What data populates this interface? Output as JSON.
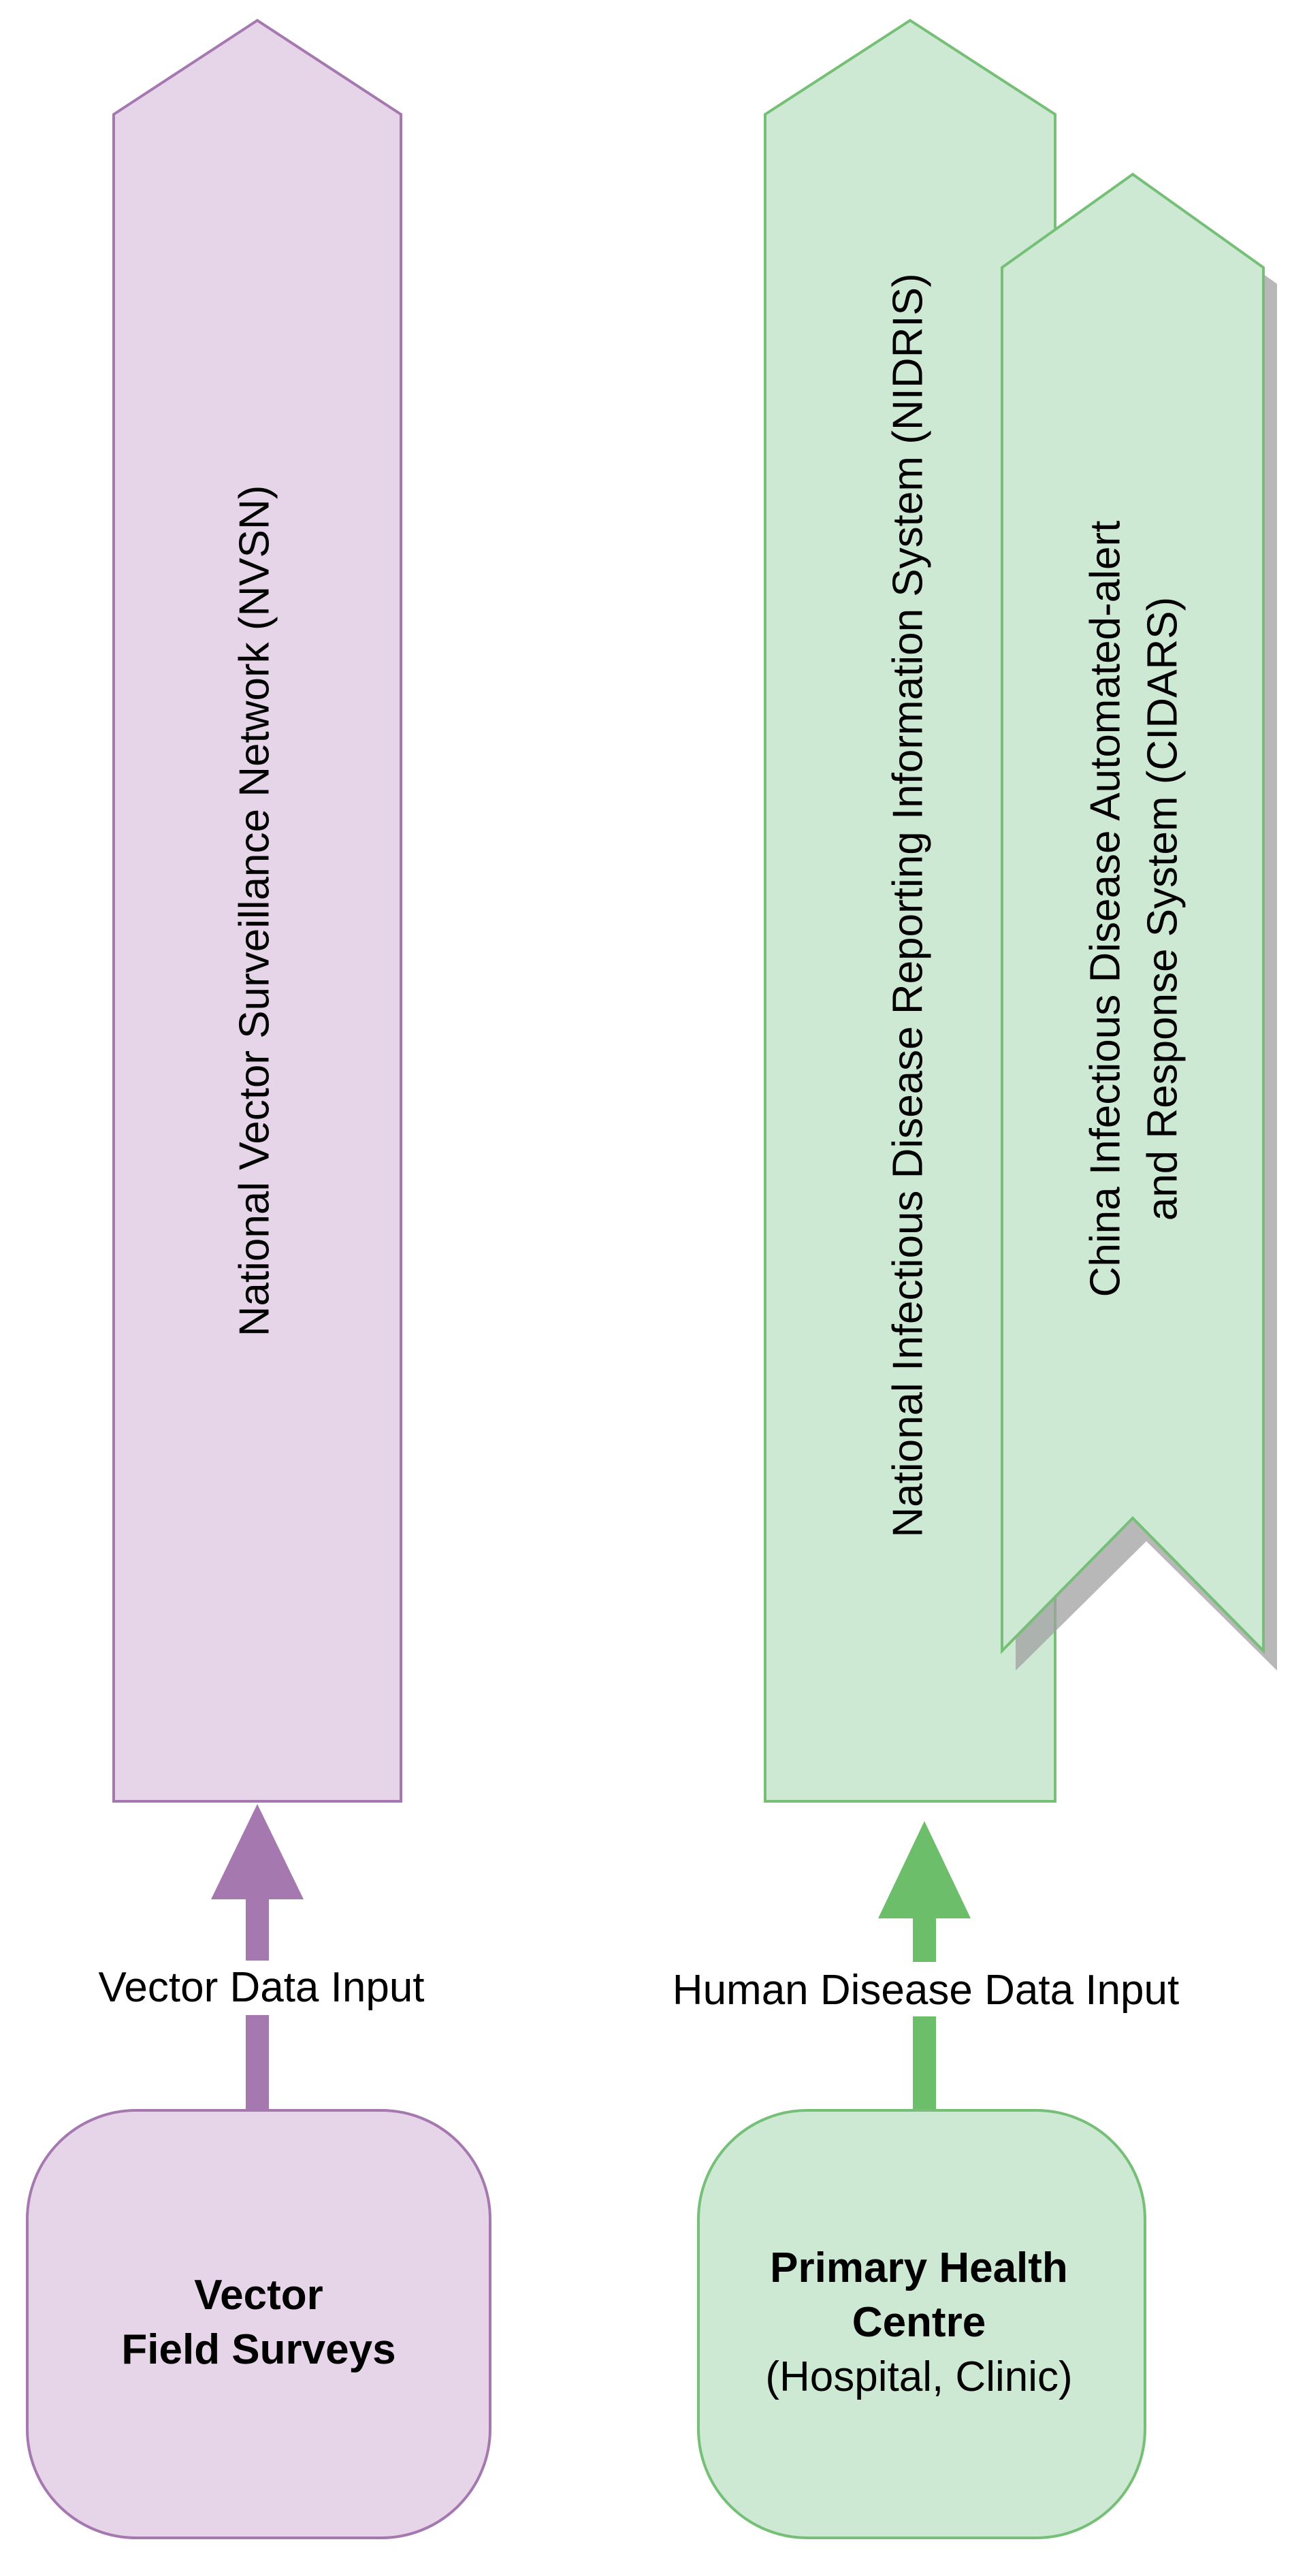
{
  "colors": {
    "purple_fill": "#e6d5e8",
    "purple_stroke": "#a678b0",
    "purple_arrow": "#a678b0",
    "green_fill": "#cde8d3",
    "green_stroke": "#75bf76",
    "green_arrow": "#6dbe6b",
    "shadow": "#a0a0a0"
  },
  "nvsn": {
    "label": "National Vector Surveillance Network (NVSN)"
  },
  "nidris": {
    "label": "National Infectious Disease Reporting Information System (NIDRIS)"
  },
  "cidars": {
    "label_line1": "China Infectious Disease Automated-alert",
    "label_line2": "and Response System (CIDARS)"
  },
  "vector_input": {
    "label": "Vector Data Input"
  },
  "human_input": {
    "label": "Human Disease Data Input"
  },
  "vector_source": {
    "line1": "Vector",
    "line2": "Field Surveys"
  },
  "health_source": {
    "line1": "Primary Health",
    "line2": "Centre",
    "line3": "(Hospital, Clinic)"
  }
}
